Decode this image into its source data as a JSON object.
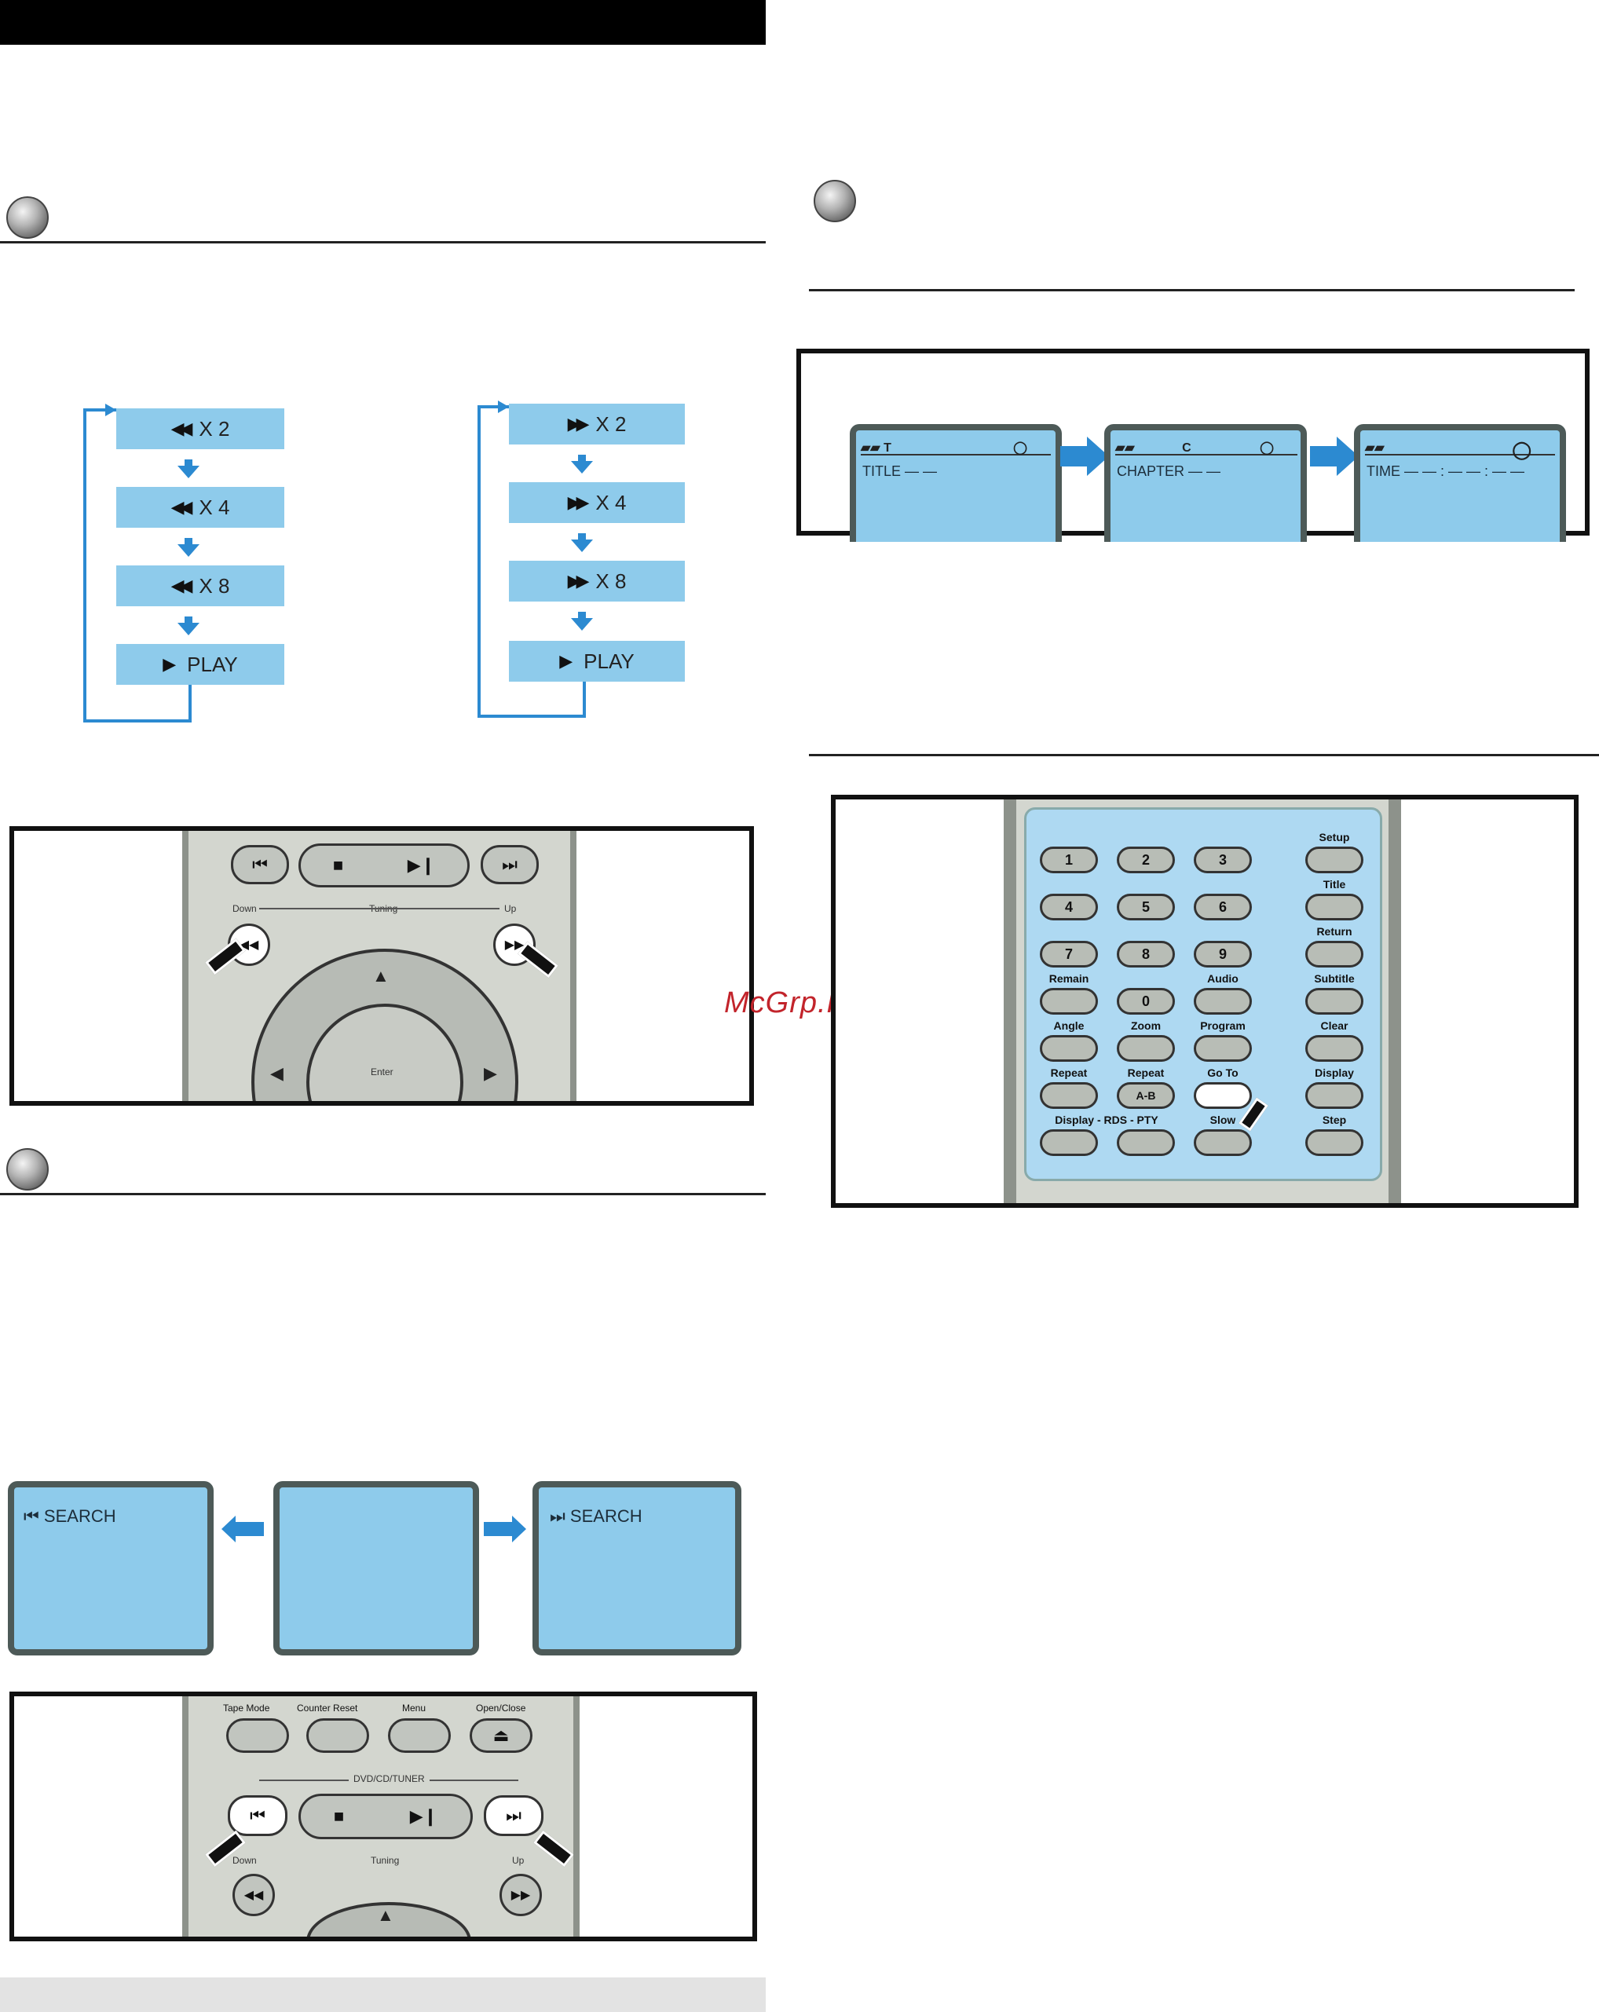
{
  "scan_flow": {
    "reverse": [
      {
        "icon": "◀◀",
        "label": "X 2"
      },
      {
        "icon": "◀◀",
        "label": "X 4"
      },
      {
        "icon": "◀◀",
        "label": "X 8"
      },
      {
        "icon": "▶",
        "label": "PLAY"
      }
    ],
    "forward": [
      {
        "icon": "▶▶",
        "label": "X 2"
      },
      {
        "icon": "▶▶",
        "label": "X 4"
      },
      {
        "icon": "▶▶",
        "label": "X 8"
      },
      {
        "icon": "▶",
        "label": "PLAY"
      }
    ]
  },
  "remote_top": {
    "down_label": "Down",
    "tuning_label": "Tuning",
    "up_label": "Up",
    "enter_label": "Enter"
  },
  "osd_sequence": [
    {
      "header_main": "T",
      "value": "TITLE  — —"
    },
    {
      "header_main": "C",
      "value": "CHAPTER — —"
    },
    {
      "header_main": "",
      "value": "TIME — — : — — : — —"
    }
  ],
  "watermark": "McGrp.Ru",
  "keypad": {
    "numbers": [
      "1",
      "2",
      "3",
      "4",
      "5",
      "6",
      "7",
      "8",
      "9",
      "0"
    ],
    "labels": {
      "setup": "Setup",
      "title": "Title",
      "return": "Return",
      "remain": "Remain",
      "audio": "Audio",
      "subtitle": "Subtitle",
      "angle": "Angle",
      "zoom": "Zoom",
      "program": "Program",
      "clear": "Clear",
      "repeat": "Repeat",
      "repeat_ab_top": "Repeat",
      "repeat_ab": "A-B",
      "goto": "Go To",
      "display": "Display",
      "display_rds": "Display - RDS - PTY",
      "slow": "Slow",
      "step": "Step"
    }
  },
  "search_screens": {
    "left": "SEARCH",
    "right": "SEARCH"
  },
  "remote_bottom": {
    "tape_mode": "Tape Mode",
    "counter_reset": "Counter Reset",
    "menu": "Menu",
    "open_close": "Open/Close",
    "group": "DVD/CD/TUNER",
    "down_label": "Down",
    "tuning_label": "Tuning",
    "up_label": "Up"
  }
}
